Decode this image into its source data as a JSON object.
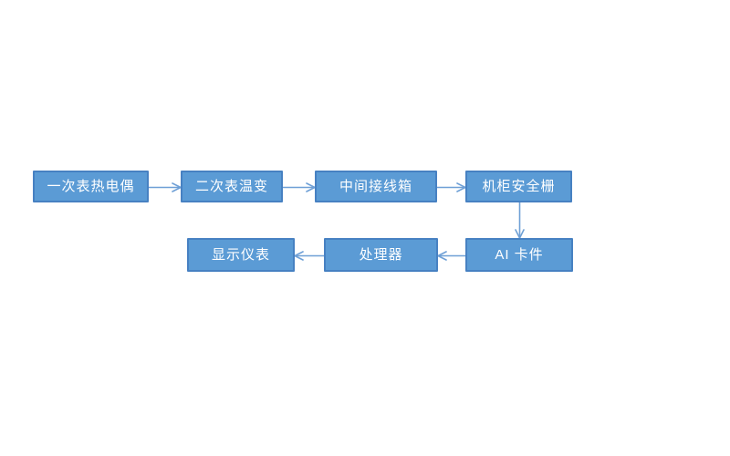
{
  "diagram": {
    "type": "flowchart",
    "nodes": [
      {
        "id": "primary-thermocouple",
        "label": "一次表热电偶"
      },
      {
        "id": "secondary-transmitter",
        "label": "二次表温变"
      },
      {
        "id": "junction-box",
        "label": "中间接线箱"
      },
      {
        "id": "safety-barrier",
        "label": "机柜安全栅"
      },
      {
        "id": "ai-card",
        "label": "AI 卡件"
      },
      {
        "id": "processor",
        "label": "处理器"
      },
      {
        "id": "display-instrument",
        "label": "显示仪表"
      }
    ],
    "edges": [
      {
        "from": "primary-thermocouple",
        "to": "secondary-transmitter"
      },
      {
        "from": "secondary-transmitter",
        "to": "junction-box"
      },
      {
        "from": "junction-box",
        "to": "safety-barrier"
      },
      {
        "from": "safety-barrier",
        "to": "ai-card"
      },
      {
        "from": "ai-card",
        "to": "processor"
      },
      {
        "from": "processor",
        "to": "display-instrument"
      }
    ],
    "colors": {
      "background": "#FFFFFF",
      "node_fill": "#5B9BD5",
      "node_border": "#4781C2",
      "node_text": "#FFFFFF",
      "arrow": "#6FA0D6"
    }
  }
}
